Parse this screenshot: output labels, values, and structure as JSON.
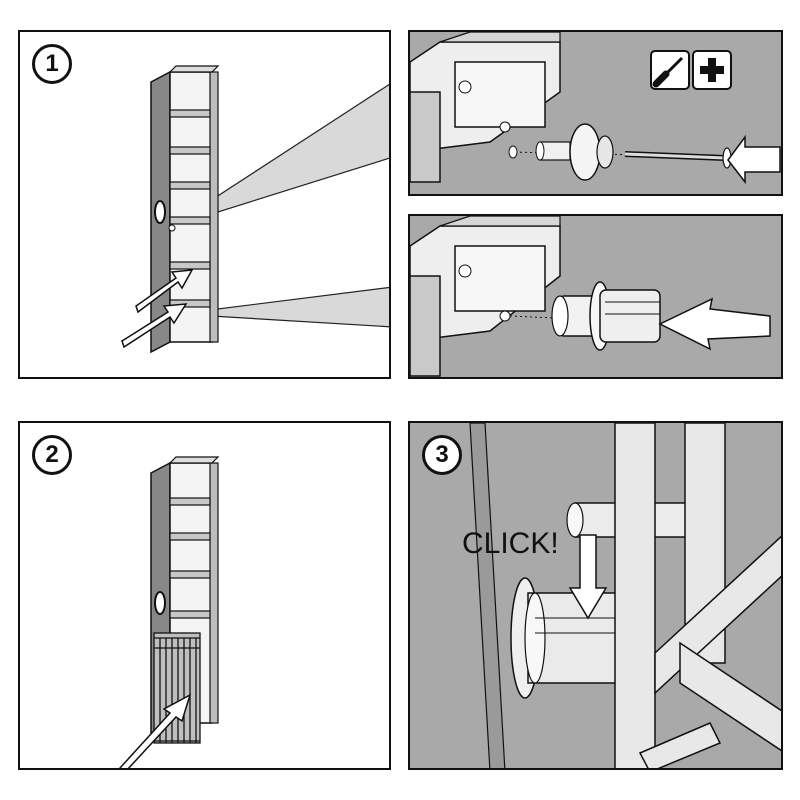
{
  "steps": [
    {
      "number": "1"
    },
    {
      "number": "2"
    },
    {
      "number": "3"
    }
  ],
  "callout": {
    "click_text": "CLICK!"
  },
  "tool_icons": [
    "screwdriver-icon",
    "phillips-screw-icon"
  ],
  "colors": {
    "panel_gray": "#a9a9a9",
    "line": "#111111",
    "part_light": "#e6e6e6"
  }
}
